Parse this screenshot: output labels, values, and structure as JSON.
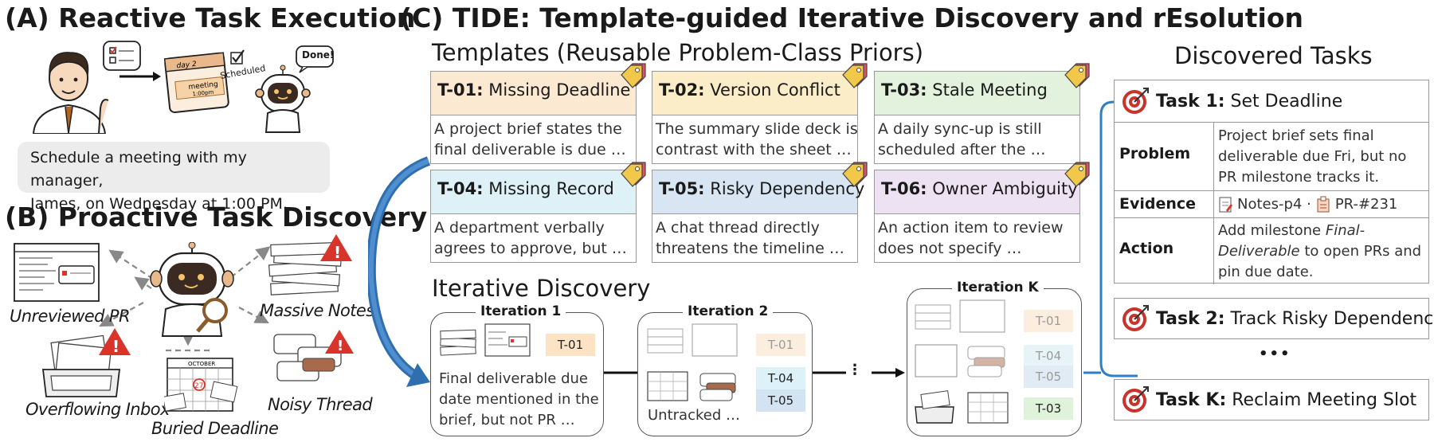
{
  "panel_a": {
    "title": "(A) Reactive Task Execution",
    "request": [
      "Schedule a meeting with my manager,",
      "James, on Wednesday at 1:00 PM."
    ],
    "calendar_day": "day 2",
    "calendar_meeting": "meeting",
    "calendar_time": "1:00pm",
    "scheduled_label": "Scheduled",
    "done_label": "Done!"
  },
  "panel_b": {
    "title": "(B) Proactive Task Discovery",
    "sources": {
      "pr": "Unreviewed PR",
      "notes": "Massive Notes",
      "inbox": "Overflowing Inbox",
      "deadline": "Buried Deadline",
      "thread": "Noisy Thread"
    },
    "calendar_month": "OCTOBER",
    "calendar_date": "27"
  },
  "panel_c": {
    "title": "(C) TIDE: Template-guided Iterative Discovery and rEsolution",
    "templates_heading": "Templates (Reusable Problem-Class Priors)",
    "templates": [
      {
        "id": "T-01:",
        "name": "Missing Deadline",
        "lines": [
          "A project brief states the",
          "final deliverable is due …"
        ],
        "color": "#fbe9d2"
      },
      {
        "id": "T-02:",
        "name": "Version Conflict",
        "lines": [
          "The summary slide deck is",
          "contrast with the sheet …"
        ],
        "color": "#fbedc7"
      },
      {
        "id": "T-03:",
        "name": "Stale Meeting",
        "lines": [
          "A daily sync-up is still",
          "scheduled after the …"
        ],
        "color": "#e3f2dd"
      },
      {
        "id": "T-04:",
        "name": "Missing Record",
        "lines": [
          "A department verbally",
          "agrees to approve, but …"
        ],
        "color": "#ddf1f7"
      },
      {
        "id": "T-05:",
        "name": "Risky Dependency",
        "lines": [
          "A chat thread directly",
          "threatens the timeline …"
        ],
        "color": "#d8e6f3"
      },
      {
        "id": "T-06:",
        "name": "Owner Ambiguity",
        "lines": [
          "An action item to review",
          "does not specify …"
        ],
        "color": "#ece2f1"
      }
    ],
    "iterative_heading": "Iterative Discovery",
    "iterations": [
      {
        "title": "Iteration 1",
        "tags": [
          "T-01"
        ],
        "text": [
          "Final deliverable due",
          "date mentioned in the",
          "brief, but not PR …"
        ]
      },
      {
        "title": "Iteration 2",
        "tags": [
          "T-01",
          "T-04",
          "T-05"
        ],
        "text": [
          "Untracked …"
        ]
      },
      {
        "title": "Iteration K",
        "tags": [
          "T-01",
          "T-04",
          "T-05",
          "T-03"
        ],
        "text": []
      }
    ],
    "ellipsis": "⋮"
  },
  "discovered": {
    "heading": "Discovered Tasks",
    "task1": {
      "label": "Task 1:",
      "name": "Set Deadline",
      "problem_label": "Problem",
      "problem": [
        "Project brief sets final",
        "deliverable due Fri, but no",
        "PR milestone tracks it."
      ],
      "evidence_label": "Evidence",
      "evidence_1": "Notes-p4 ·",
      "evidence_2": "PR-#231",
      "action_label": "Action",
      "action_pre": "Add milestone ",
      "action_em1": "Final-",
      "action_em2": "Deliverable",
      "action_post2": " to open PRs and",
      "action_line3": "pin due date."
    },
    "task2": {
      "label": "Task 2:",
      "name": "Track Risky Dependency"
    },
    "dots": "•••",
    "taskk": {
      "label": "Task K:",
      "name": "Reclaim Meeting Slot"
    }
  },
  "colors": {
    "arrow_blue": "#2f6fb0",
    "bracket_blue": "#2f7fc4",
    "warning_red": "#d9342b",
    "tag_yellow": "#f2c84b",
    "target_red": "#c8332c"
  }
}
